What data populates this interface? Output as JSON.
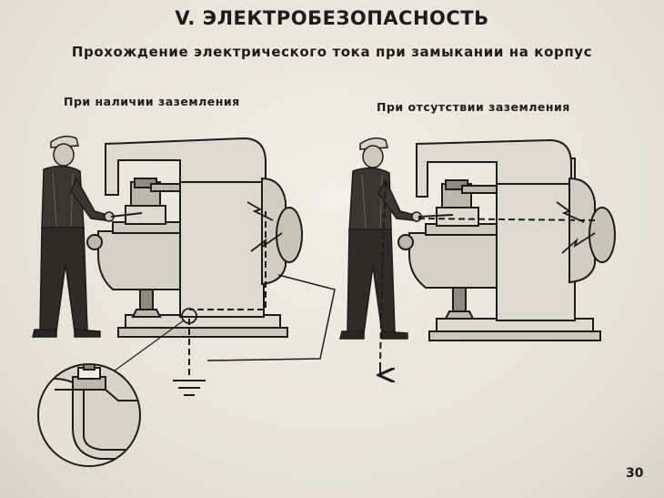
{
  "slide": {
    "title": "V. ЭЛЕКТРОБЕЗОПАСНОСТЬ",
    "subtitle": "Прохождение электрического тока при замыкании на корпус",
    "panel_left_caption": "При наличии заземления",
    "panel_right_caption": "При отсутствии заземления",
    "page_number": "30"
  },
  "colors": {
    "ink": "#1e1c19",
    "machine_fill": "#dedad0",
    "machine_shadow": "#bdb8ac",
    "figure_fill": "#3a3631"
  }
}
